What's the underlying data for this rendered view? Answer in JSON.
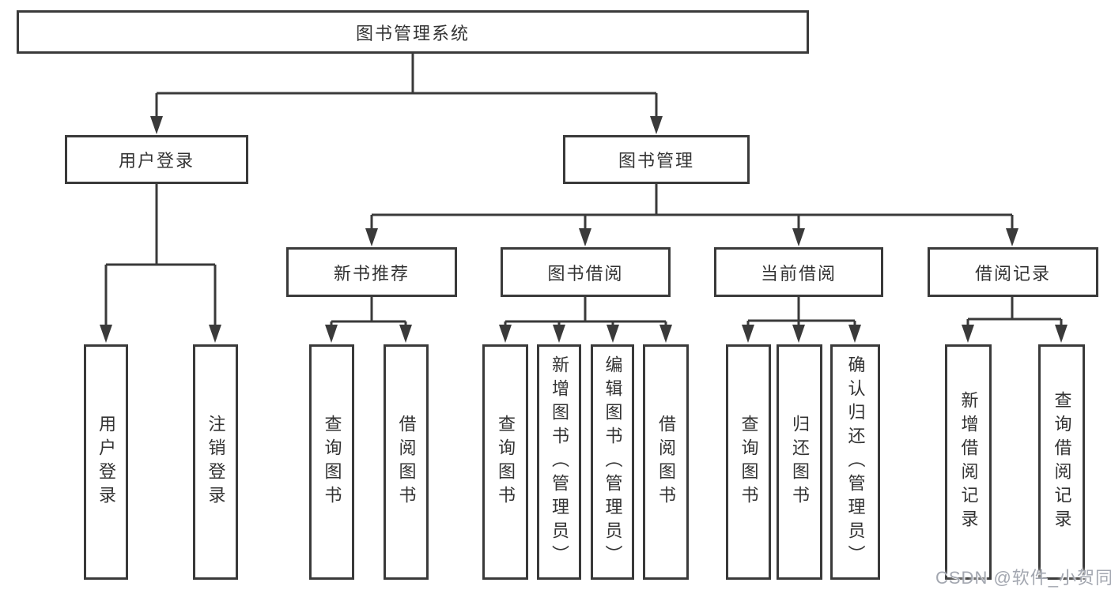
{
  "diagram": {
    "root": {
      "label": "图书管理系统"
    },
    "branches": [
      {
        "label": "用户登录",
        "children": [
          {
            "label": "用户登录"
          },
          {
            "label": "注销登录"
          }
        ]
      },
      {
        "label": "图书管理",
        "children": [
          {
            "label": "新书推荐",
            "children": [
              {
                "label": "查询图书"
              },
              {
                "label": "借阅图书"
              }
            ]
          },
          {
            "label": "图书借阅",
            "children": [
              {
                "label": "查询图书"
              },
              {
                "label": "新增图书（管理员）"
              },
              {
                "label": "编辑图书（管理员）"
              },
              {
                "label": "借阅图书"
              }
            ]
          },
          {
            "label": "当前借阅",
            "children": [
              {
                "label": "查询图书"
              },
              {
                "label": "归还图书"
              },
              {
                "label": "确认归还（管理员）"
              }
            ]
          },
          {
            "label": "借阅记录",
            "children": [
              {
                "label": "新增借阅记录"
              },
              {
                "label": "查询借阅记录"
              }
            ]
          }
        ]
      }
    ]
  },
  "watermark": {
    "text": "CSDN @软件_小贺同学"
  },
  "colors": {
    "line": "#3a3a3a",
    "text": "#333333",
    "watermark": "#a3a7b0",
    "background": "#ffffff"
  }
}
